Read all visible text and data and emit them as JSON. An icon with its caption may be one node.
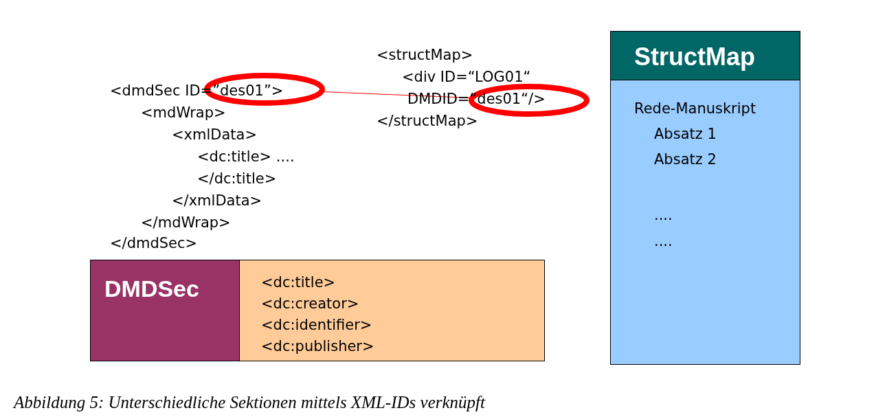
{
  "diagram": {
    "caption": "Abbildung 5: Unterschiedliche Sektionen mittels XML-IDs verknüpft",
    "nodes": [
      {
        "text": [
          "DMDSec",
          "<dc:title>",
          "<dc:creator>",
          "<dc:identifier>",
          "<dc:publisher>"
        ]
      },
      {
        "text": [
          "StructMap",
          "Rede-Manuskript",
          "Absatz 1",
          "Absatz 2",
          "....",
          "...."
        ]
      },
      {
        "text": [],
        "shape": "ellipse"
      },
      {
        "text": [],
        "shape": "ellipse"
      }
    ],
    "edges": [
      {
        "from": 2,
        "to": 3,
        "arrow": "none",
        "color": "#ff0000"
      }
    ],
    "labels": [
      "<structMap>",
      "<div ID=“LOG01“",
      "<dmdSec ID=”des01”>",
      "DMDID=“des01“/>",
      "<mdWrap>",
      "</structMap>",
      "<xmlData>",
      "<dc:title> ....",
      "</dc:title>",
      "</xmlData>",
      "</mdWrap>",
      "</dmdSec>"
    ]
  }
}
